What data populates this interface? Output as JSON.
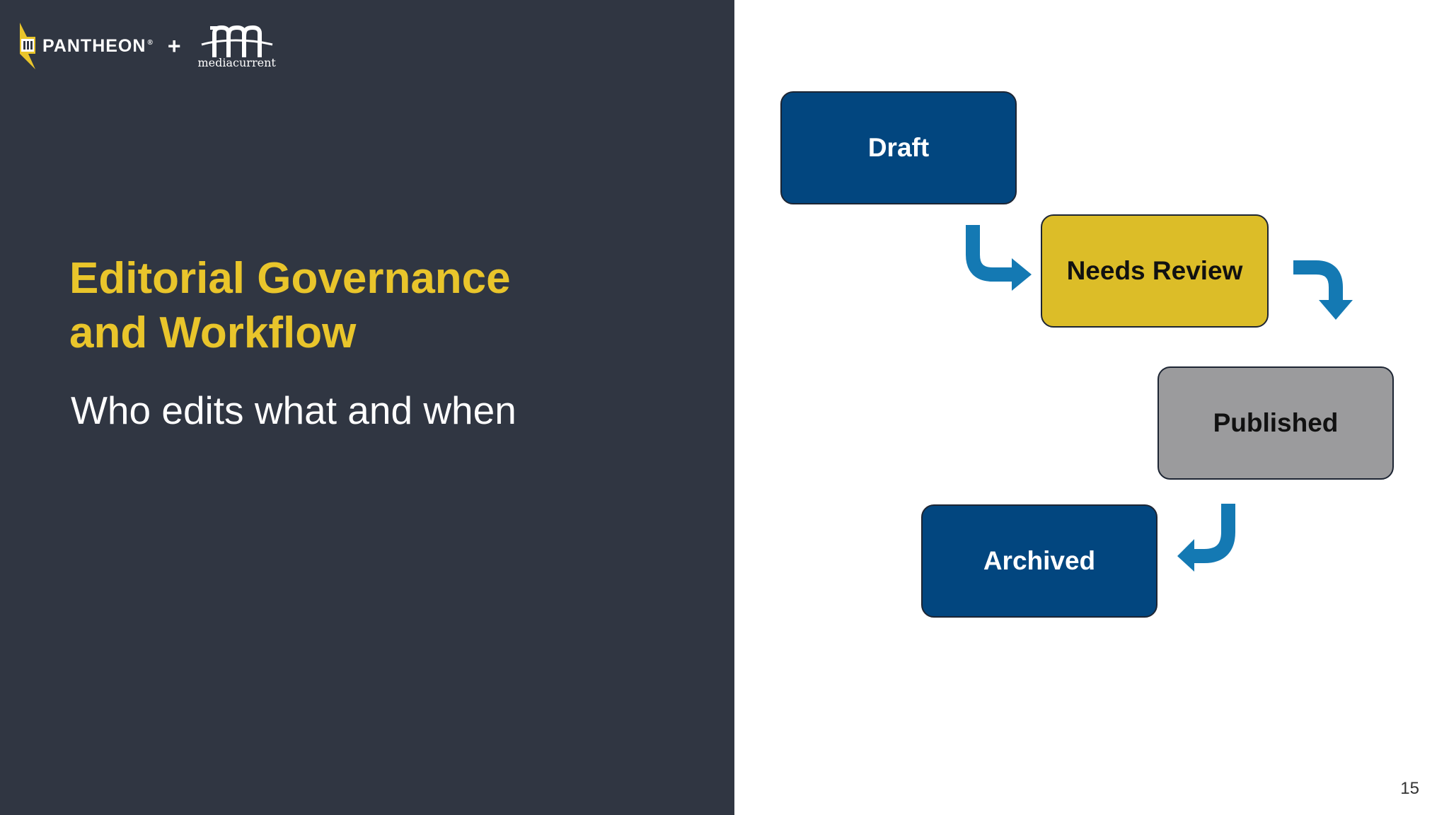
{
  "branding": {
    "pantheon_name": "PANTHEON",
    "pantheon_mark": "®",
    "separator": "+",
    "partner_name": "mediacurrent",
    "pantheon_icon": "lightning-bolt-icon",
    "partner_icon": "m-monogram-icon"
  },
  "slide": {
    "title_line1": "Editorial Governance",
    "title_line2": "and Workflow",
    "subtitle": "Who edits what and when",
    "page_number": "15"
  },
  "workflow": {
    "steps": [
      {
        "label": "Draft",
        "color": "#02467f"
      },
      {
        "label": "Needs Review",
        "color": "#dcbd28"
      },
      {
        "label": "Published",
        "color": "#9b9b9d"
      },
      {
        "label": "Archived",
        "color": "#02467f"
      }
    ],
    "arrow_color": "#1479b3",
    "arrow_icon": "curved-arrow-icon"
  },
  "colors": {
    "left_panel": "#303642",
    "title": "#e9c52b",
    "background": "#ffffff"
  }
}
